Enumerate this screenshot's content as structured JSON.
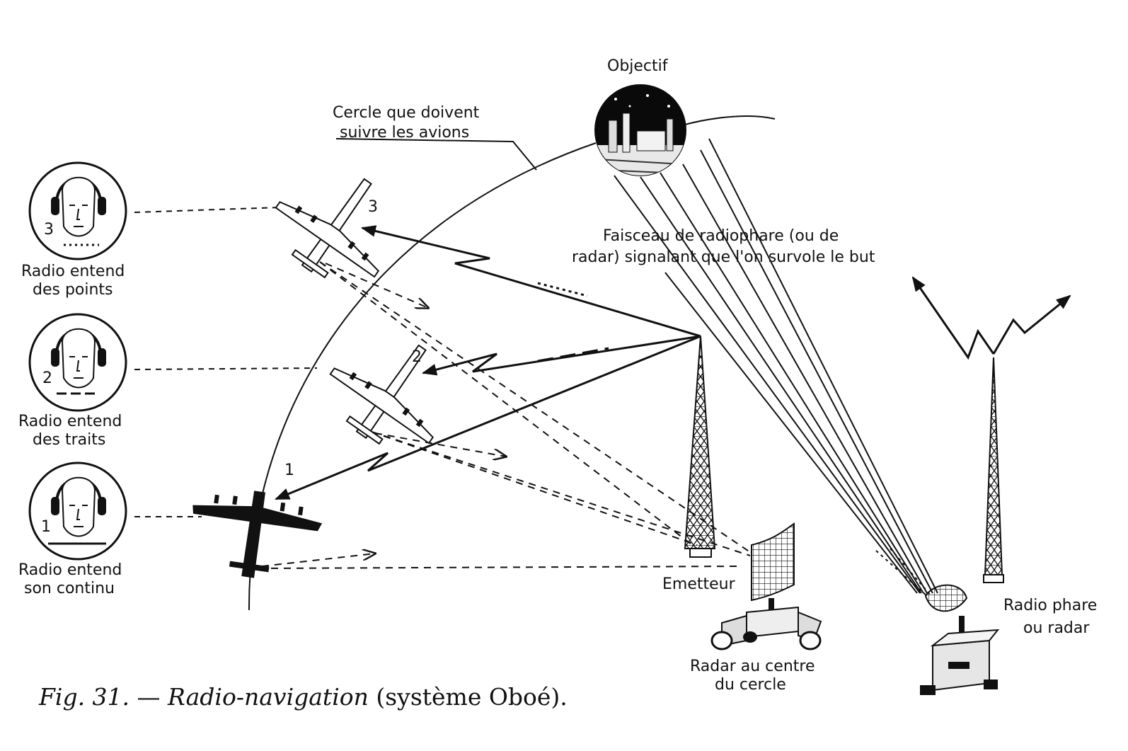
{
  "labels": {
    "objectif": "Objectif",
    "cercle_line1": "Cercle que doivent",
    "cercle_line2": "suivre les avions",
    "faisceau_line1": "Faisceau de radiophare (ou de",
    "faisceau_line2": "radar) signalant que l'on survole le but",
    "radio3_line1": "Radio entend",
    "radio3_line2": "des points",
    "radio2_line1": "Radio entend",
    "radio2_line2": "des traits",
    "radio1_line1": "Radio entend",
    "radio1_line2": "son continu",
    "emetteur": "Emetteur",
    "radar_line1": "Radar au centre",
    "radar_line2": "du cercle",
    "phare_line1": "Radio phare",
    "phare_line2": "ou radar"
  },
  "numbers": {
    "head3": "3",
    "head2": "2",
    "head1": "1",
    "plane3": "3",
    "plane2": "2",
    "plane1": "1"
  },
  "caption": {
    "fig": "Fig. 31.",
    "dash": " — ",
    "title": "Radio-navigation",
    "suffix": " (système Oboé)."
  }
}
